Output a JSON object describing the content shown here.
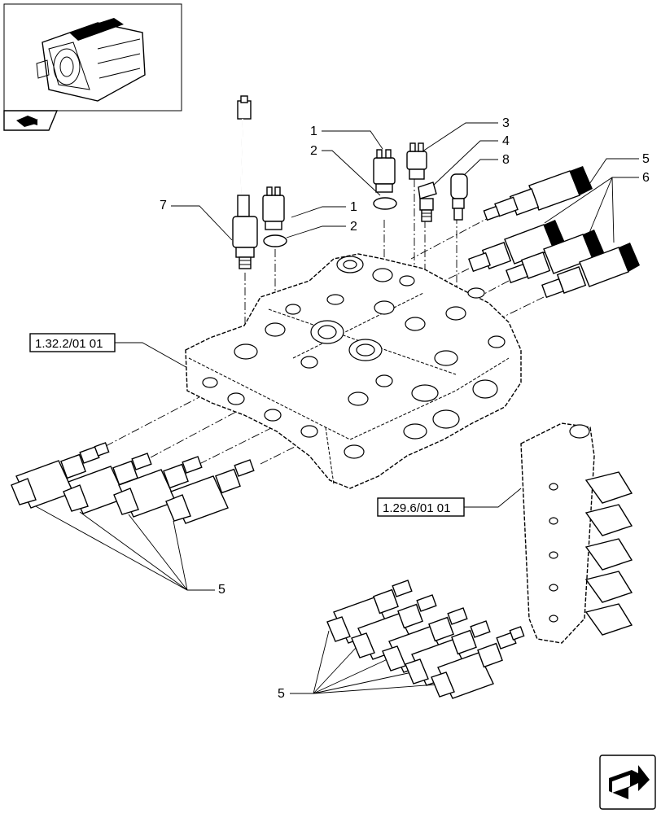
{
  "callouts": {
    "c1a": "1",
    "c2a": "2",
    "c3": "3",
    "c4": "4",
    "c8": "8",
    "c5a": "5",
    "c6": "6",
    "c7": "7",
    "c1b": "1",
    "c2b": "2",
    "c5b": "5",
    "c5c": "5"
  },
  "references": {
    "left_ref": "1.32.2/01 01",
    "right_ref": "1.29.6/01 01"
  },
  "icons": {
    "thumbnail": "transmission-thumbnail",
    "thumbnail_tag": "vehicle-section-icon",
    "nav": "next-page-arrow-icon"
  }
}
